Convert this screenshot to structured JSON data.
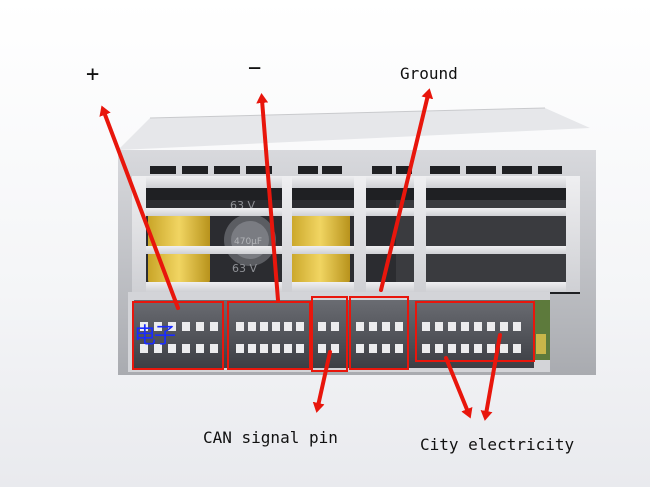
{
  "labels": {
    "plus": "+",
    "minus": "−",
    "ground": "Ground",
    "can": "CAN signal pin",
    "city": "City electricity",
    "cn_overlay": "电子"
  },
  "capacitor_text": {
    "v_top": "63 V",
    "v_bottom": "63 V",
    "cap_value": "470μF"
  },
  "colors": {
    "annotation": "#e8160c",
    "label_text": "#111111",
    "overlay_text": "#1a2bff"
  }
}
